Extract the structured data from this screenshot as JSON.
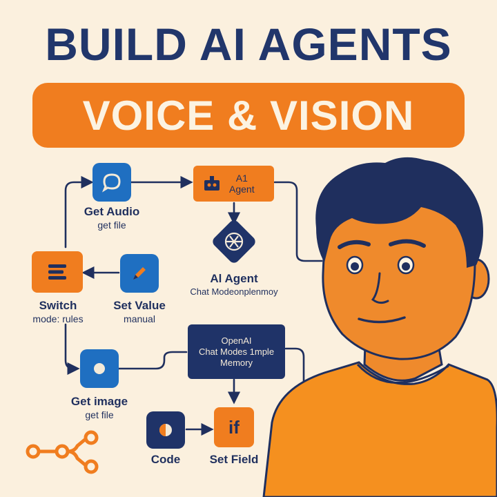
{
  "title": "BUILD AI AGENTS",
  "subtitle": "VOICE & VISION",
  "colors": {
    "navy": "#21366b",
    "orange": "#f07d1f",
    "blue": "#1f6fc1",
    "background": "#fbf0de"
  },
  "nodes": {
    "get_audio": {
      "label": "Get Audio",
      "sub": "get file",
      "icon": "chat-bubble-icon"
    },
    "ai_agent_top": {
      "line1": "A1",
      "line2": "Agent",
      "icon": "robot-icon"
    },
    "ai_agent": {
      "label": "Al Agent",
      "sub": "Chat Modeonplenmoy",
      "icon": "openai-icon"
    },
    "switch": {
      "label": "Switch",
      "sub": "mode: rules",
      "icon": "switch-lines-icon"
    },
    "set_value": {
      "label": "Set Value",
      "sub": "manual",
      "icon": "pencil-icon"
    },
    "openai": {
      "line1": "OpenAI",
      "line2": "Chat Modes 1mple",
      "line3": "Memory"
    },
    "get_image": {
      "label": "Get image",
      "sub": "get file",
      "icon": "circle-icon"
    },
    "code": {
      "label": "Code",
      "icon": "half-circle-icon"
    },
    "set_field": {
      "label": "Set Field",
      "glyph": "if"
    }
  },
  "logo": {
    "icon": "workflow-logo-icon"
  },
  "person": {
    "icon": "person-illustration"
  }
}
